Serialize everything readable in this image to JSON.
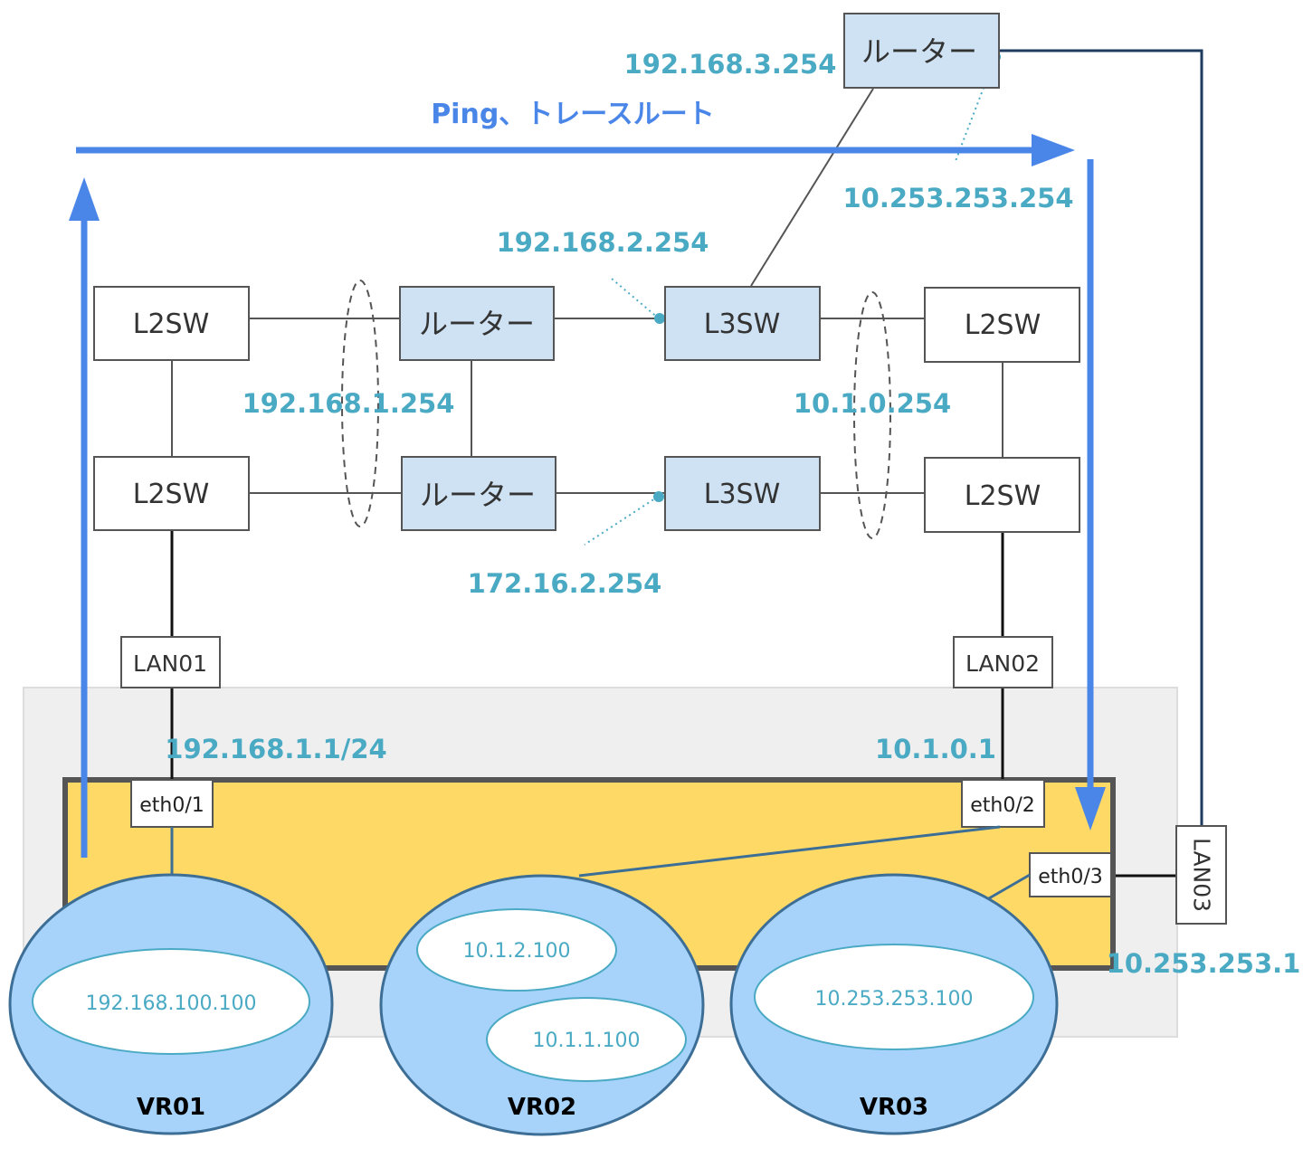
{
  "colors": {
    "ip_label": "#4aaac4",
    "flow_arrow": "#4a86e8",
    "router_fill": "#cfe2f3",
    "vr_fill": "#a7d3fa",
    "vr_stroke": "#3d6e96",
    "container_fill": "#ffd966",
    "container_stroke": "#555555",
    "bg_panel": "#efefef",
    "inner_oval_text": "#4aaac4"
  },
  "flow": {
    "label": "Ping、トレースルート"
  },
  "network": {
    "top_router": {
      "label": "ルーター",
      "ip_left": "192.168.3.254",
      "ip_right": "10.253.253.254"
    },
    "router_upper": {
      "label": "ルーター"
    },
    "router_lower": {
      "label": "ルーター"
    },
    "l2sw_top_left": {
      "label": "L2SW"
    },
    "l2sw_bottom_left": {
      "label": "L2SW"
    },
    "l3sw_upper": {
      "label": "L3SW",
      "ip": "192.168.2.254"
    },
    "l3sw_lower": {
      "label": "L3SW",
      "ip": "172.16.2.254"
    },
    "l2sw_top_right": {
      "label": "L2SW"
    },
    "l2sw_bottom_right": {
      "label": "L2SW"
    },
    "vip_left": "192.168.1.254",
    "vip_right": "10.1.0.254"
  },
  "lans": {
    "lan01": "LAN01",
    "lan02": "LAN02",
    "lan03": "LAN03"
  },
  "interfaces": {
    "eth01": {
      "label": "eth0/1",
      "ip": "192.168.1.1/24"
    },
    "eth02": {
      "label": "eth0/2",
      "ip": "10.1.0.1"
    },
    "eth03": {
      "label": "eth0/3",
      "ip": "10.253.253.1"
    }
  },
  "vrs": {
    "vr01": {
      "label": "VR01",
      "addresses": [
        "192.168.100.100"
      ]
    },
    "vr02": {
      "label": "VR02",
      "addresses": [
        "10.1.2.100",
        "10.1.1.100"
      ]
    },
    "vr03": {
      "label": "VR03",
      "addresses": [
        "10.253.253.100"
      ]
    }
  }
}
